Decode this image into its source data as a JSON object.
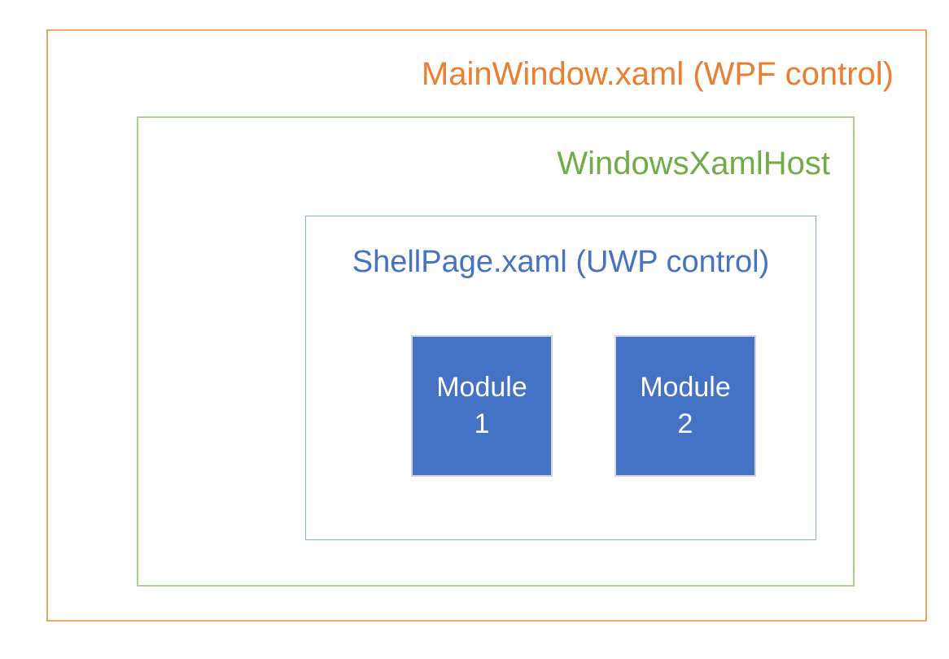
{
  "diagram": {
    "outer": {
      "label": "MainWindow.xaml (WPF control)",
      "text_color": "#ED7D31",
      "border_color": "#F2A569"
    },
    "host": {
      "label": "WindowsXamlHost",
      "text_color": "#70AD47",
      "border_color": "#A9D18E"
    },
    "shell": {
      "label": "ShellPage.xaml (UWP control)",
      "text_color": "#4472C4",
      "border_color": "#8FAADC"
    },
    "modules": [
      {
        "lines": [
          "Module",
          "1"
        ]
      },
      {
        "lines": [
          "Module",
          "2"
        ]
      }
    ],
    "module_style": {
      "fill": "#4472C4",
      "border_color": "#CDD6E8",
      "text_color": "#FFFFFF"
    }
  }
}
